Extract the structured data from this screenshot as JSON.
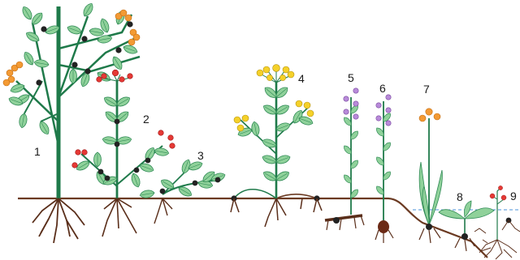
{
  "labels": [
    "1",
    "2",
    "3",
    "4",
    "5",
    "6",
    "7",
    "8",
    "9"
  ],
  "colors": {
    "stem": "#1f7a4a",
    "leaf": "#8fd19a",
    "leaf_stroke": "#2f8a55",
    "ground": "#6b3a22",
    "root": "#5a2e1a",
    "node": "#222222",
    "fruit_orange": "#f39a34",
    "fruit_red": "#e53935",
    "fruit_yellow": "#f5d12a",
    "fruit_purple": "#b88ad9",
    "water_line": "#4a90d9"
  }
}
